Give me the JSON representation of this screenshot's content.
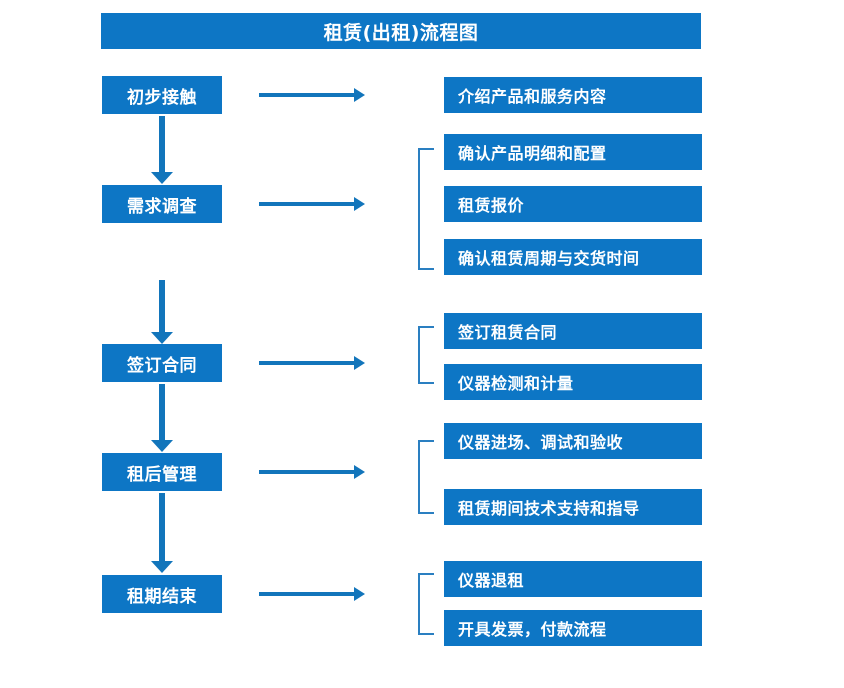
{
  "diagram": {
    "title": "租赁(出租)流程图",
    "type": "flowchart",
    "colors": {
      "box_fill": "#0d76c5",
      "box_text": "#ffffff",
      "arrow": "#1275bb",
      "bracket": "#2a7fc1",
      "background": "#ffffff"
    },
    "stages": [
      {
        "label": "初步接触"
      },
      {
        "label": "需求调查"
      },
      {
        "label": "签订合同"
      },
      {
        "label": "租后管理"
      },
      {
        "label": "租期结束"
      }
    ],
    "details": [
      {
        "label": "介绍产品和服务内容"
      },
      {
        "label": "确认产品明细和配置"
      },
      {
        "label": "租赁报价"
      },
      {
        "label": "确认租赁周期与交货时间"
      },
      {
        "label": "签订租赁合同"
      },
      {
        "label": "仪器检测和计量"
      },
      {
        "label": "仪器进场、调试和验收"
      },
      {
        "label": "租赁期间技术支持和指导"
      },
      {
        "label": "仪器退租"
      },
      {
        "label": "开具发票，付款流程"
      }
    ]
  }
}
